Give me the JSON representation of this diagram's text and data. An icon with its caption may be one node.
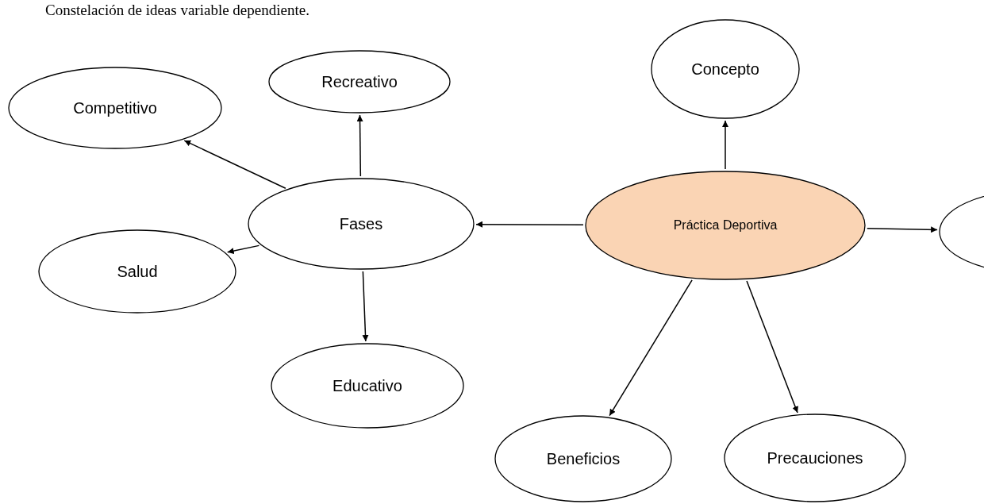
{
  "diagram": {
    "title": "Constelación de ideas variable dependiente.",
    "nodes": [
      {
        "text": [
          "Concepto"
        ]
      },
      {
        "text": [
          "Recreativo"
        ]
      },
      {
        "text": [
          "Competitivo"
        ]
      },
      {
        "text": [
          "Fases"
        ]
      },
      {
        "text": [
          "Práctica Deportiva"
        ]
      },
      {
        "text": [],
        "shape": "ellipse"
      },
      {
        "text": [
          "Salud"
        ]
      },
      {
        "text": [
          "Educativo"
        ]
      },
      {
        "text": [
          "Beneficios"
        ]
      },
      {
        "text": [
          "Precauciones"
        ]
      }
    ],
    "edges": [
      {
        "from": 4,
        "to": 0,
        "arrow": "to"
      },
      {
        "from": 4,
        "to": 3,
        "arrow": "to"
      },
      {
        "from": 4,
        "to": 5,
        "arrow": "to"
      },
      {
        "from": 4,
        "to": 8,
        "arrow": "to"
      },
      {
        "from": 4,
        "to": 9,
        "arrow": "to"
      },
      {
        "from": 3,
        "to": 1,
        "arrow": "to"
      },
      {
        "from": 3,
        "to": 2,
        "arrow": "to"
      },
      {
        "from": 3,
        "to": 6,
        "arrow": "to"
      },
      {
        "from": 3,
        "to": 7,
        "arrow": "to"
      }
    ]
  }
}
